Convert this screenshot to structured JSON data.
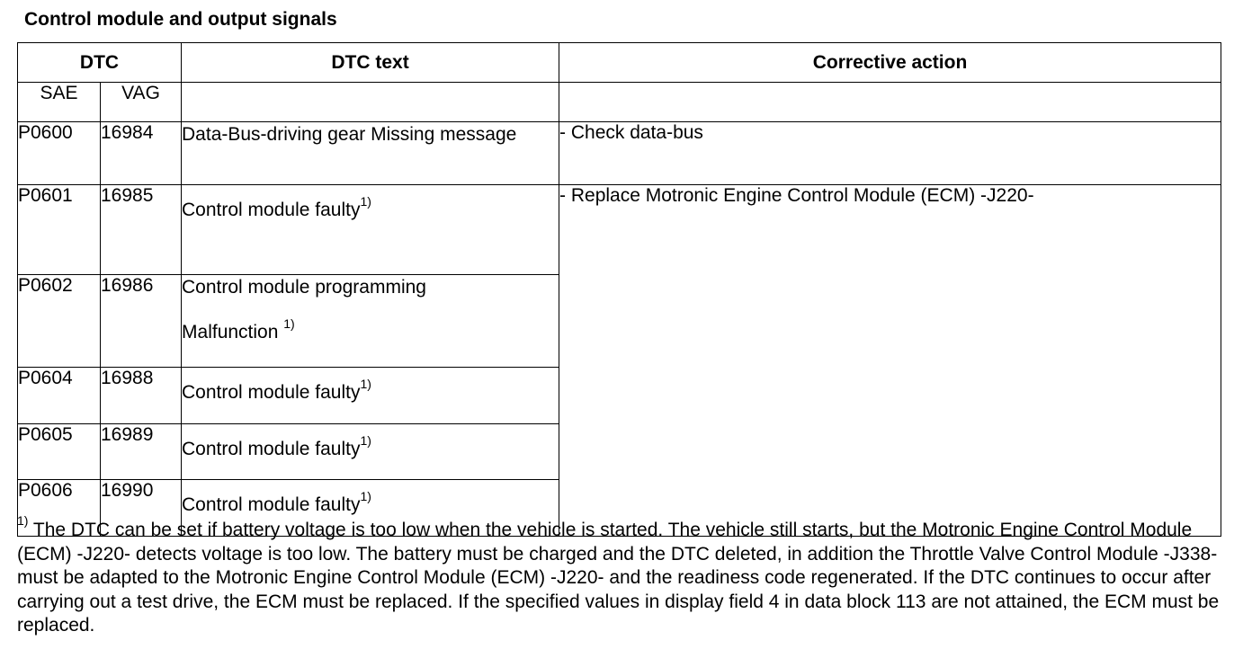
{
  "title": "Control module and output signals",
  "table": {
    "headers": {
      "dtc": "DTC",
      "dtc_text": "DTC text",
      "corrective_action": "Corrective action"
    },
    "subheaders": {
      "sae": "SAE",
      "vag": "VAG"
    },
    "rows": [
      {
        "sae": "P0600",
        "vag": "16984",
        "text": "Data-Bus-driving gear Missing message",
        "sup": ""
      },
      {
        "sae": "P0601",
        "vag": "16985",
        "text": "Control module faulty",
        "sup": "1)"
      },
      {
        "sae": "P0602",
        "vag": "16986",
        "text_line1": "Control module programming",
        "text_line2": "Malfunction ",
        "sup": "1)"
      },
      {
        "sae": "P0604",
        "vag": "16988",
        "text": "Control module faulty",
        "sup": "1)"
      },
      {
        "sae": "P0605",
        "vag": "16989",
        "text": "Control module faulty",
        "sup": "1)"
      },
      {
        "sae": "P0606",
        "vag": "16990",
        "text": "Control module faulty",
        "sup": "1)"
      }
    ],
    "actions": {
      "check_data_bus": "- Check data-bus",
      "replace_ecm": "- Replace Motronic Engine Control Module (ECM) -J220-"
    }
  },
  "footnote": {
    "marker": "1)",
    "text": " The DTC can be set if battery voltage is too low when the vehicle is started. The vehicle still starts, but the Motronic Engine Control Module (ECM) -J220- detects voltage is too low. The battery must be charged and the DTC deleted, in addition the Throttle Valve Control Module -J338- must be adapted to the Motronic Engine Control Module (ECM) -J220- and the readiness code regenerated. If the DTC continues to occur after carrying out a test drive, the ECM must be replaced. If the specified values in display field 4 in data block 113 are not attained, the ECM must be replaced."
  }
}
